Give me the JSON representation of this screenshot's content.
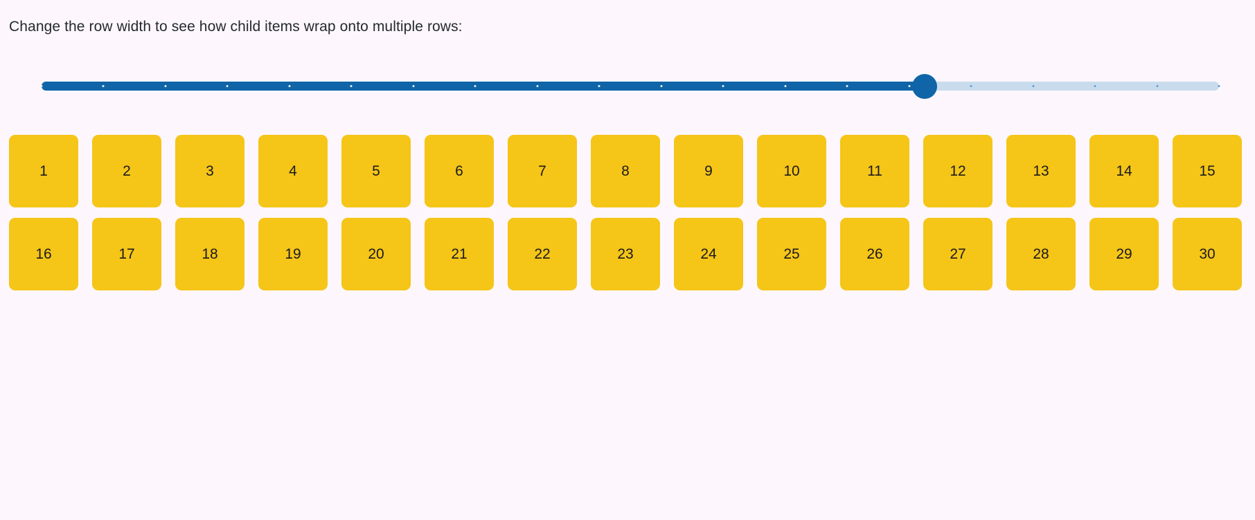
{
  "page": {
    "background_color": "#fdf7fd",
    "instruction": "Change the row width to see how child items wrap onto multiple rows:"
  },
  "slider": {
    "name": "row-width-slider",
    "orientation": "horizontal",
    "value": 15,
    "min": 1,
    "max": 20,
    "tick_count": 20,
    "fill_percent": 75,
    "track_color": "#c9dced",
    "fill_color": "#1065a8",
    "thumb_color": "#1065a8",
    "tick_color_filled": "#eaf2f9",
    "tick_color_unfilled": "#5f9ed1"
  },
  "items": {
    "color": "#f5c518",
    "text_color": "#1b1b1b",
    "per_row": 15,
    "labels": [
      "1",
      "2",
      "3",
      "4",
      "5",
      "6",
      "7",
      "8",
      "9",
      "10",
      "11",
      "12",
      "13",
      "14",
      "15",
      "16",
      "17",
      "18",
      "19",
      "20",
      "21",
      "22",
      "23",
      "24",
      "25",
      "26",
      "27",
      "28",
      "29",
      "30"
    ]
  }
}
